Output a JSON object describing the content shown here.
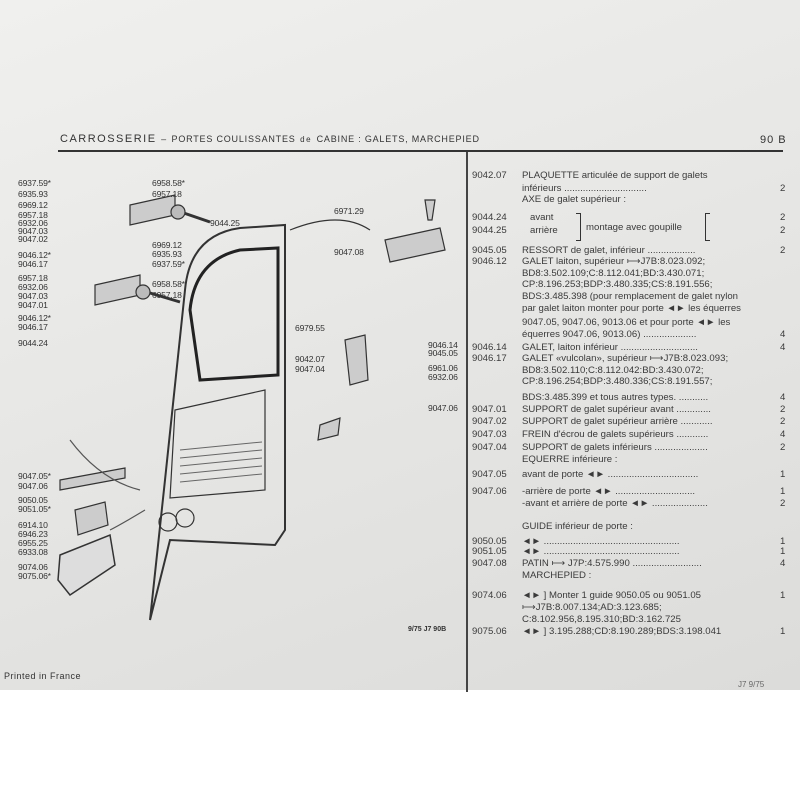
{
  "header": {
    "section": "CARROSSERIE",
    "dash": "–",
    "title_a": "PORTES COULISSANTES",
    "title_de": "de",
    "title_b": "CABINE : GALETS, MARCHEPIED",
    "page": "90 B"
  },
  "parts": [
    {
      "code": "9042.07",
      "desc": "PLAQUETTE articulée de support de galets",
      "qty": ""
    },
    {
      "code": "",
      "desc": "   inférieurs  ...............................",
      "qty": "2"
    },
    {
      "code": "",
      "desc": "AXE de galet supérieur :",
      "qty": ""
    },
    {
      "code": "9044.24",
      "desc": "  avant",
      "qty": "2"
    },
    {
      "code": "9044.25",
      "desc": "  arrière",
      "qty": "2"
    },
    {
      "code": "9045.05",
      "desc": "RESSORT de galet, inférieur  ..................",
      "qty": "2"
    },
    {
      "code": "9046.12",
      "desc": "GALET laiton, supérieur ⟼J7B:8.023.092;",
      "qty": ""
    },
    {
      "code": "",
      "desc": "  BD8:3.502.109;C:8.112.041;BD:3.430.071;",
      "qty": ""
    },
    {
      "code": "",
      "desc": "  CP:8.196.253;BDP:3.480.335;CS:8.191.556;",
      "qty": ""
    },
    {
      "code": "",
      "desc": "  BDS:3.485.398 (pour remplacement de galet nylon",
      "qty": ""
    },
    {
      "code": "",
      "desc": "  par galet laiton monter pour porte ◄► les équerres",
      "qty": ""
    },
    {
      "code": "",
      "desc": "  9047.05, 9047.06, 9013.06 et pour porte ◄► les",
      "qty": ""
    },
    {
      "code": "",
      "desc": "  équerres 9047.06, 9013.06)  ....................",
      "qty": "4"
    },
    {
      "code": "9046.14",
      "desc": "GALET, laiton inférieur  .............................",
      "qty": "4"
    },
    {
      "code": "9046.17",
      "desc": "GALET «vulcolan», supérieur ⟼J7B:8.023.093;",
      "qty": ""
    },
    {
      "code": "",
      "desc": "  BD8:3.502.110;C:8.112.042:BD:3.430.072;",
      "qty": ""
    },
    {
      "code": "",
      "desc": "  CP:8.196.254;BDP:3.480.336;CS:8.191.557;",
      "qty": ""
    },
    {
      "code": "",
      "desc": "  BDS:3.485.399 et tous autres types.  ...........",
      "qty": "4"
    },
    {
      "code": "9047.01",
      "desc": "SUPPORT de galet supérieur avant  .............",
      "qty": "2"
    },
    {
      "code": "9047.02",
      "desc": "SUPPORT de galet supérieur arrière  ............",
      "qty": "2"
    },
    {
      "code": "9047.03",
      "desc": "FREIN d'écrou de galets supérieurs  ............",
      "qty": "4"
    },
    {
      "code": "9047.04",
      "desc": "SUPPORT de galets inférieurs  ....................",
      "qty": "2"
    },
    {
      "code": "",
      "desc": "EQUERRE inférieure :",
      "qty": ""
    },
    {
      "code": "9047.05",
      "desc": "  avant de porte ◄► ..................................",
      "qty": "1"
    },
    {
      "code": "9047.06",
      "desc": "  -arrière de porte ◄► ..............................",
      "qty": "1"
    },
    {
      "code": "",
      "desc": "  -avant et arrière de porte ◄►  .....................",
      "qty": "2"
    },
    {
      "code": "",
      "desc": "GUIDE inférieur de porte :",
      "qty": ""
    },
    {
      "code": "9050.05",
      "desc": "  ◄►  ...................................................",
      "qty": "1"
    },
    {
      "code": "9051.05",
      "desc": "  ◄►  ...................................................",
      "qty": "1"
    },
    {
      "code": "9047.08",
      "desc": "PATIN ⟼ J7P:4.575.990  ..........................",
      "qty": "4"
    },
    {
      "code": "",
      "desc": "MARCHEPIED :",
      "qty": ""
    },
    {
      "code": "9074.06",
      "desc": "  ◄►  ] Monter 1 guide 9050.05 ou 9051.05",
      "qty": "1"
    },
    {
      "code": "",
      "desc": "           ⟼J7B:8.007.134;AD:3.123.685;",
      "qty": ""
    },
    {
      "code": "",
      "desc": "           C:8.102.956,8.195.310;BD:3.162.725",
      "qty": ""
    },
    {
      "code": "9075.06",
      "desc": "  ◄►  ] 3.195.288;CD:8.190.289;BDS:3.198.041",
      "qty": "1"
    }
  ],
  "axe_note": "montage avec goupille",
  "diagram_labels": [
    "6937.59*",
    "6935.93",
    "6969.12",
    "6957.18",
    "6932.06",
    "9047.03",
    "9047.02",
    "6958.58*",
    "6957.18",
    "9044.25",
    "9046.12*",
    "9046.17",
    "6969.12",
    "6935.93",
    "6937.59*",
    "6957.18",
    "6932.06",
    "9047.03",
    "9047.01",
    "6958.58*",
    "6957.18",
    "9046.12*",
    "9046.17",
    "9044.24",
    "6971.29",
    "9047.08",
    "6979.55",
    "9042.07",
    "9047.04",
    "9046.14",
    "9045.05",
    "6961.06",
    "6932.06",
    "9047.06",
    "9047.05*",
    "9047.06",
    "9050.05",
    "9051.05*",
    "6914.10",
    "6946.23",
    "6955.25",
    "6933.08",
    "9074.06",
    "9075.06*"
  ],
  "diagram_ref": "9/75 J7 90B",
  "footer": {
    "printed": "Printed in France",
    "code": "J7  9/75"
  }
}
